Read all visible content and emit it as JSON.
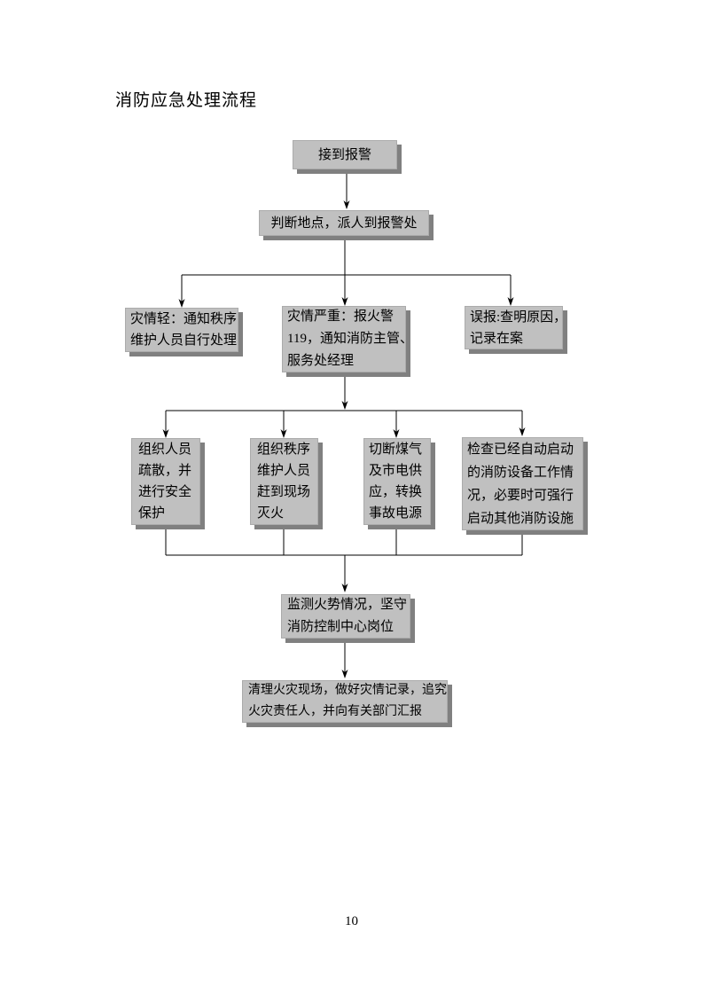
{
  "document": {
    "title": "消防应急处理流程",
    "page_number": "10"
  },
  "flowchart": {
    "box_fill_color": "#c0c0c0",
    "box_shadow_color": "#808080",
    "connector_color": "#000000",
    "nodes": {
      "receive_alarm": {
        "lines": [
          "接到报警"
        ]
      },
      "judge_location": {
        "lines": [
          "判断地点，派人到报警处"
        ]
      },
      "minor_disaster": {
        "lines": [
          "灾情轻：通知秩序",
          "维护人员自行处理"
        ]
      },
      "severe_disaster": {
        "lines": [
          "灾情严重：报火警",
          "119，通知消防主管、",
          "服务处经理"
        ]
      },
      "false_alarm": {
        "lines": [
          "误报:查明原因，",
          "记录在案"
        ]
      },
      "evacuate": {
        "lines": [
          "组织人员",
          "疏散，并",
          "进行安全",
          "保护"
        ]
      },
      "order_fight": {
        "lines": [
          "组织秩序",
          "维护人员",
          "赶到现场",
          "灭火"
        ]
      },
      "cutoff_power": {
        "lines": [
          "切断煤气",
          "及市电供",
          "应，转换",
          "事故电源"
        ]
      },
      "check_equipment": {
        "lines": [
          "检查已经自动启动",
          "的消防设备工作情",
          "况，必要时可强行",
          "启动其他消防设施"
        ]
      },
      "monitor": {
        "lines": [
          "监测火势情况，坚守",
          "消防控制中心岗位"
        ]
      },
      "cleanup": {
        "lines": [
          "清理火灾现场，做好灾情记录，追究",
          "火灾责任人，并向有关部门汇报"
        ]
      }
    }
  }
}
